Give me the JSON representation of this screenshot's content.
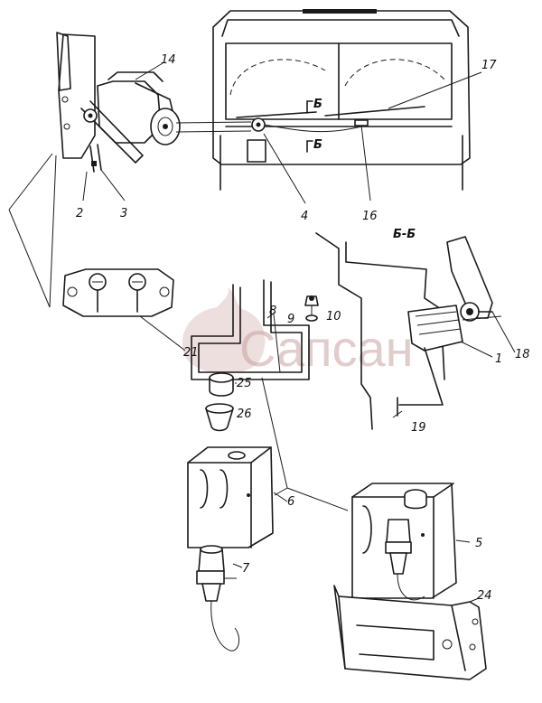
{
  "callouts": {
    "c1": "1",
    "c2": "2",
    "c3": "3",
    "c4": "4",
    "c5": "5",
    "c6": "6",
    "c7": "7",
    "c8": "8",
    "c9": "9",
    "c10": "10",
    "c14": "14",
    "c16": "16",
    "c17": "17",
    "c18": "18",
    "c19": "19",
    "c21": "21",
    "c24": "24",
    "c25": "25",
    "c26": "26"
  },
  "section": {
    "title": "Б-Б",
    "marker_upper": "Б",
    "marker_lower": "Б"
  },
  "watermark": {
    "text": "Сапсан"
  }
}
